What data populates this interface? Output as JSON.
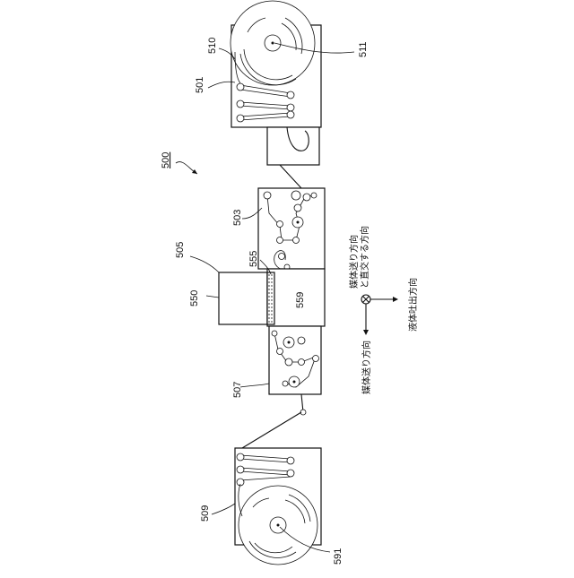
{
  "labels": {
    "system": "500",
    "feed_unit": "501",
    "feed_roll_outer": "510",
    "feed_roll_core": "511",
    "transport_unit": "503",
    "print_unit": "505",
    "head": "550",
    "platen_gap": "555",
    "platen": "559",
    "exit_unit": "507",
    "takeup_unit": "509",
    "takeup_roll_core": "591"
  },
  "directions": {
    "media_feed": "媒体送り方向",
    "media_cross_line1": "媒体送り方向",
    "media_cross_line2": "と直交する方向",
    "ejection": "液体吐出方向"
  }
}
